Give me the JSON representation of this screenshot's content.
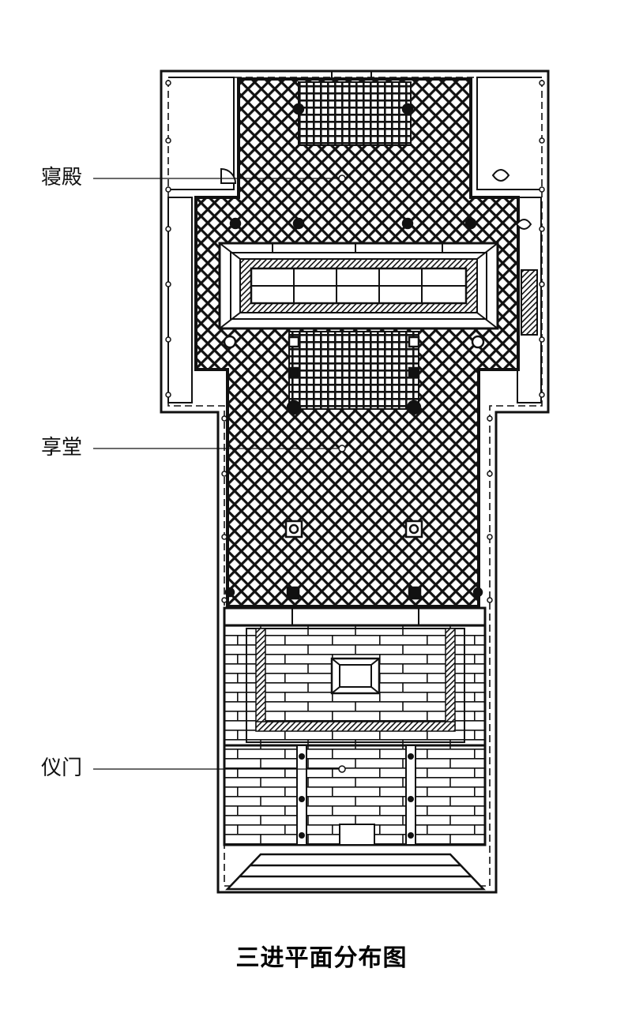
{
  "labels": {
    "qindian": "寝殿",
    "xiangtang": "享堂",
    "yimen": "仪门"
  },
  "caption": "三进平面分布图",
  "colors": {
    "ink": "#111111",
    "background": "#ffffff"
  }
}
